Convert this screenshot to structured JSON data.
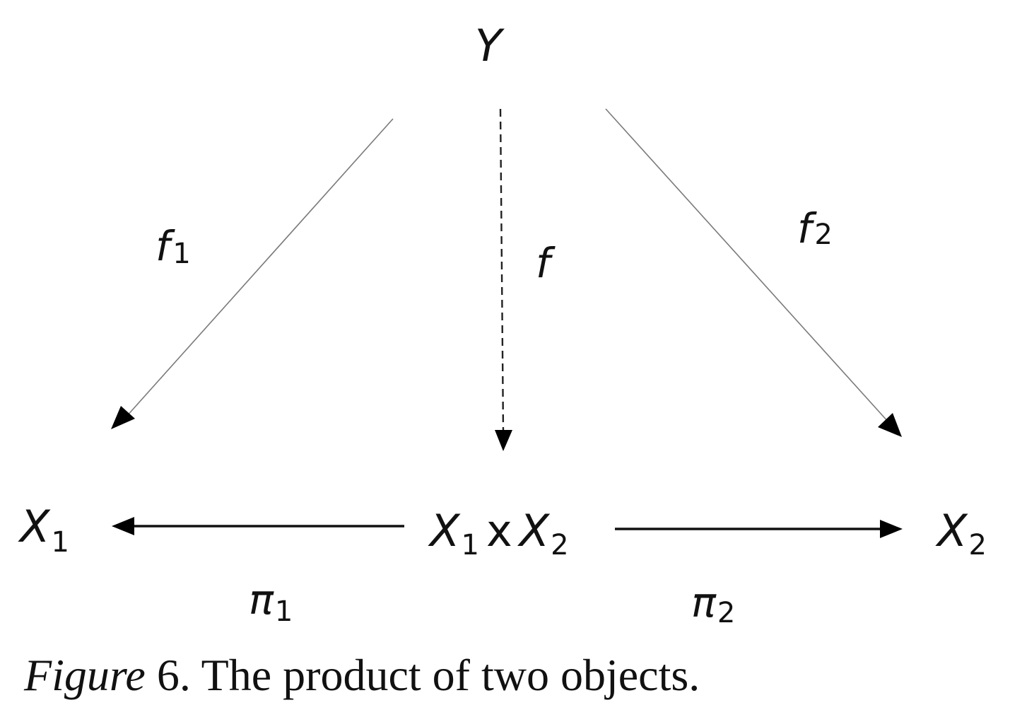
{
  "nodes": {
    "Y": {
      "letter": "Y"
    },
    "X1": {
      "letter": "X",
      "sub": "1"
    },
    "product": {
      "letter1": "X",
      "sub1": "1",
      "times": "x",
      "letter2": "X",
      "sub2": "2"
    },
    "X2": {
      "letter": "X",
      "sub": "2"
    }
  },
  "arrows": {
    "f1": {
      "letter": "f",
      "sub": "1"
    },
    "f": {
      "letter": "f"
    },
    "f2": {
      "letter": "f",
      "sub": "2"
    },
    "pi1": {
      "letter": "π",
      "sub": "1"
    },
    "pi2": {
      "letter": "π",
      "sub": "2"
    }
  },
  "caption": {
    "italic": "Figure",
    "text": " 6. The product of two objects."
  }
}
